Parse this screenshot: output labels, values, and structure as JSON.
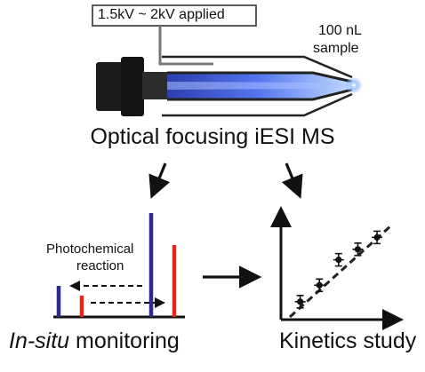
{
  "top": {
    "voltage_label": "1.5kV ~ 2kV applied",
    "sample_line1": "100 nL",
    "sample_line2": "sample",
    "title": "Optical focusing iESI MS"
  },
  "left_panel": {
    "annotation_line1": "Photochemical",
    "annotation_line2": "reaction",
    "label_italic": "In-situ",
    "label_rest": " monitoring",
    "bar_colors": [
      "#2d2a8c",
      "#e0281c",
      "#2d2a8c",
      "#e0281c"
    ]
  },
  "right_panel": {
    "label": "Kinetics study",
    "points": [
      {
        "x": 1,
        "y": 1.0
      },
      {
        "x": 2,
        "y": 2.1
      },
      {
        "x": 3,
        "y": 3.8
      },
      {
        "x": 4,
        "y": 4.5
      },
      {
        "x": 5,
        "y": 5.3
      }
    ],
    "xlim": [
      0,
      6.2
    ],
    "ylim": [
      -0.2,
      7.4
    ]
  },
  "colors": {
    "beam": "#3a55d8",
    "tip_glow": "#9fc4ff",
    "emitter_body": "#1a1a1a"
  }
}
